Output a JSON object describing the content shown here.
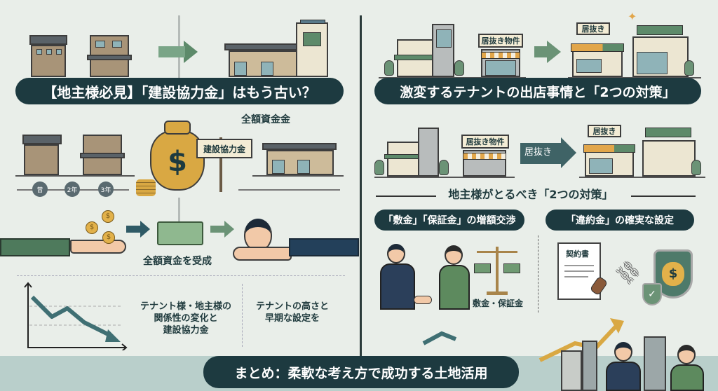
{
  "left": {
    "title": "【地主様必見】「建設協力金」はもう古い？",
    "timeline": [
      "昔",
      "2年",
      "3年"
    ],
    "sign_label": "建設協力金",
    "sign_caption": "全額資金金",
    "money_caption": "全額資金を受成",
    "bottom_text_1": "テナント様・地主様の\n関係性の変化と\n建設協力金",
    "bottom_text_2": "テナントの高さと\n早期な設定を"
  },
  "right": {
    "title": "激変するテナントの出店事情と「2つの対策」",
    "shop_sign": "居抜き物件",
    "new_sign": "居抜き",
    "arrow_label": "居抜き",
    "section_heading": "地主様がとるべき「2つの対策」",
    "measure_1": "「敷金」「保証金」の増額交渉",
    "measure_2": "「違約金」の確実な設定",
    "scale_caption": "敷金・保証金",
    "contract_label": "契約書"
  },
  "footer": {
    "summary": "まとめ：柔軟な考え方で成功する土地活用"
  },
  "colors": {
    "banner": "#1d3a40",
    "background": "#e9eee9",
    "accent_green": "#5d8a6a",
    "gold": "#e2b14a",
    "footer_band": "#b9cfcb"
  }
}
